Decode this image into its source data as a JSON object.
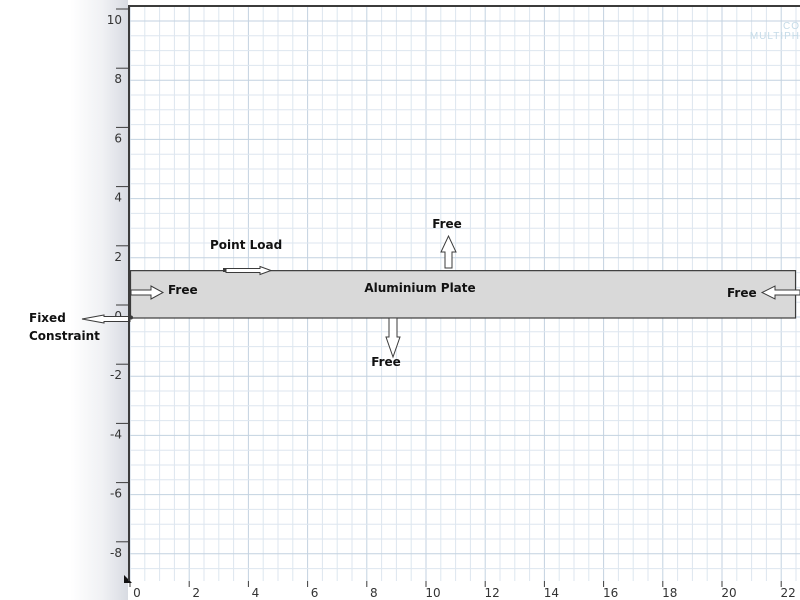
{
  "window": {
    "watermark_line1": "CO",
    "watermark_line2": "MULTIPH"
  },
  "colors": {
    "background": "#ffffff",
    "grid_minor": "#dde6ef",
    "grid_major": "#c3d2e0",
    "plate_fill": "#d9d9d9",
    "outline": "#3b3b3b",
    "text": "#111111"
  },
  "axes": {
    "x_ticks": [
      "0",
      "2",
      "4",
      "6",
      "8",
      "10",
      "12",
      "14",
      "16",
      "18",
      "20",
      "22"
    ],
    "y_ticks": [
      "10",
      "8",
      "6",
      "4",
      "2",
      "0",
      "-2",
      "-4",
      "-6",
      "-8"
    ],
    "x_range": [
      -0.3,
      22.4
    ],
    "y_range": [
      -8.9,
      10.6
    ]
  },
  "geometry": {
    "plate": {
      "x_min": 0,
      "x_max": 22.4,
      "y_min": 0,
      "y_max": 1.6
    }
  },
  "labels": {
    "plate": "Aluminium Plate",
    "point_load": "Point Load",
    "fixed_line1": "Fixed",
    "fixed_line2": "Constraint",
    "free_left": "Free",
    "free_right": "Free",
    "free_top": "Free",
    "free_bottom": "Free"
  }
}
